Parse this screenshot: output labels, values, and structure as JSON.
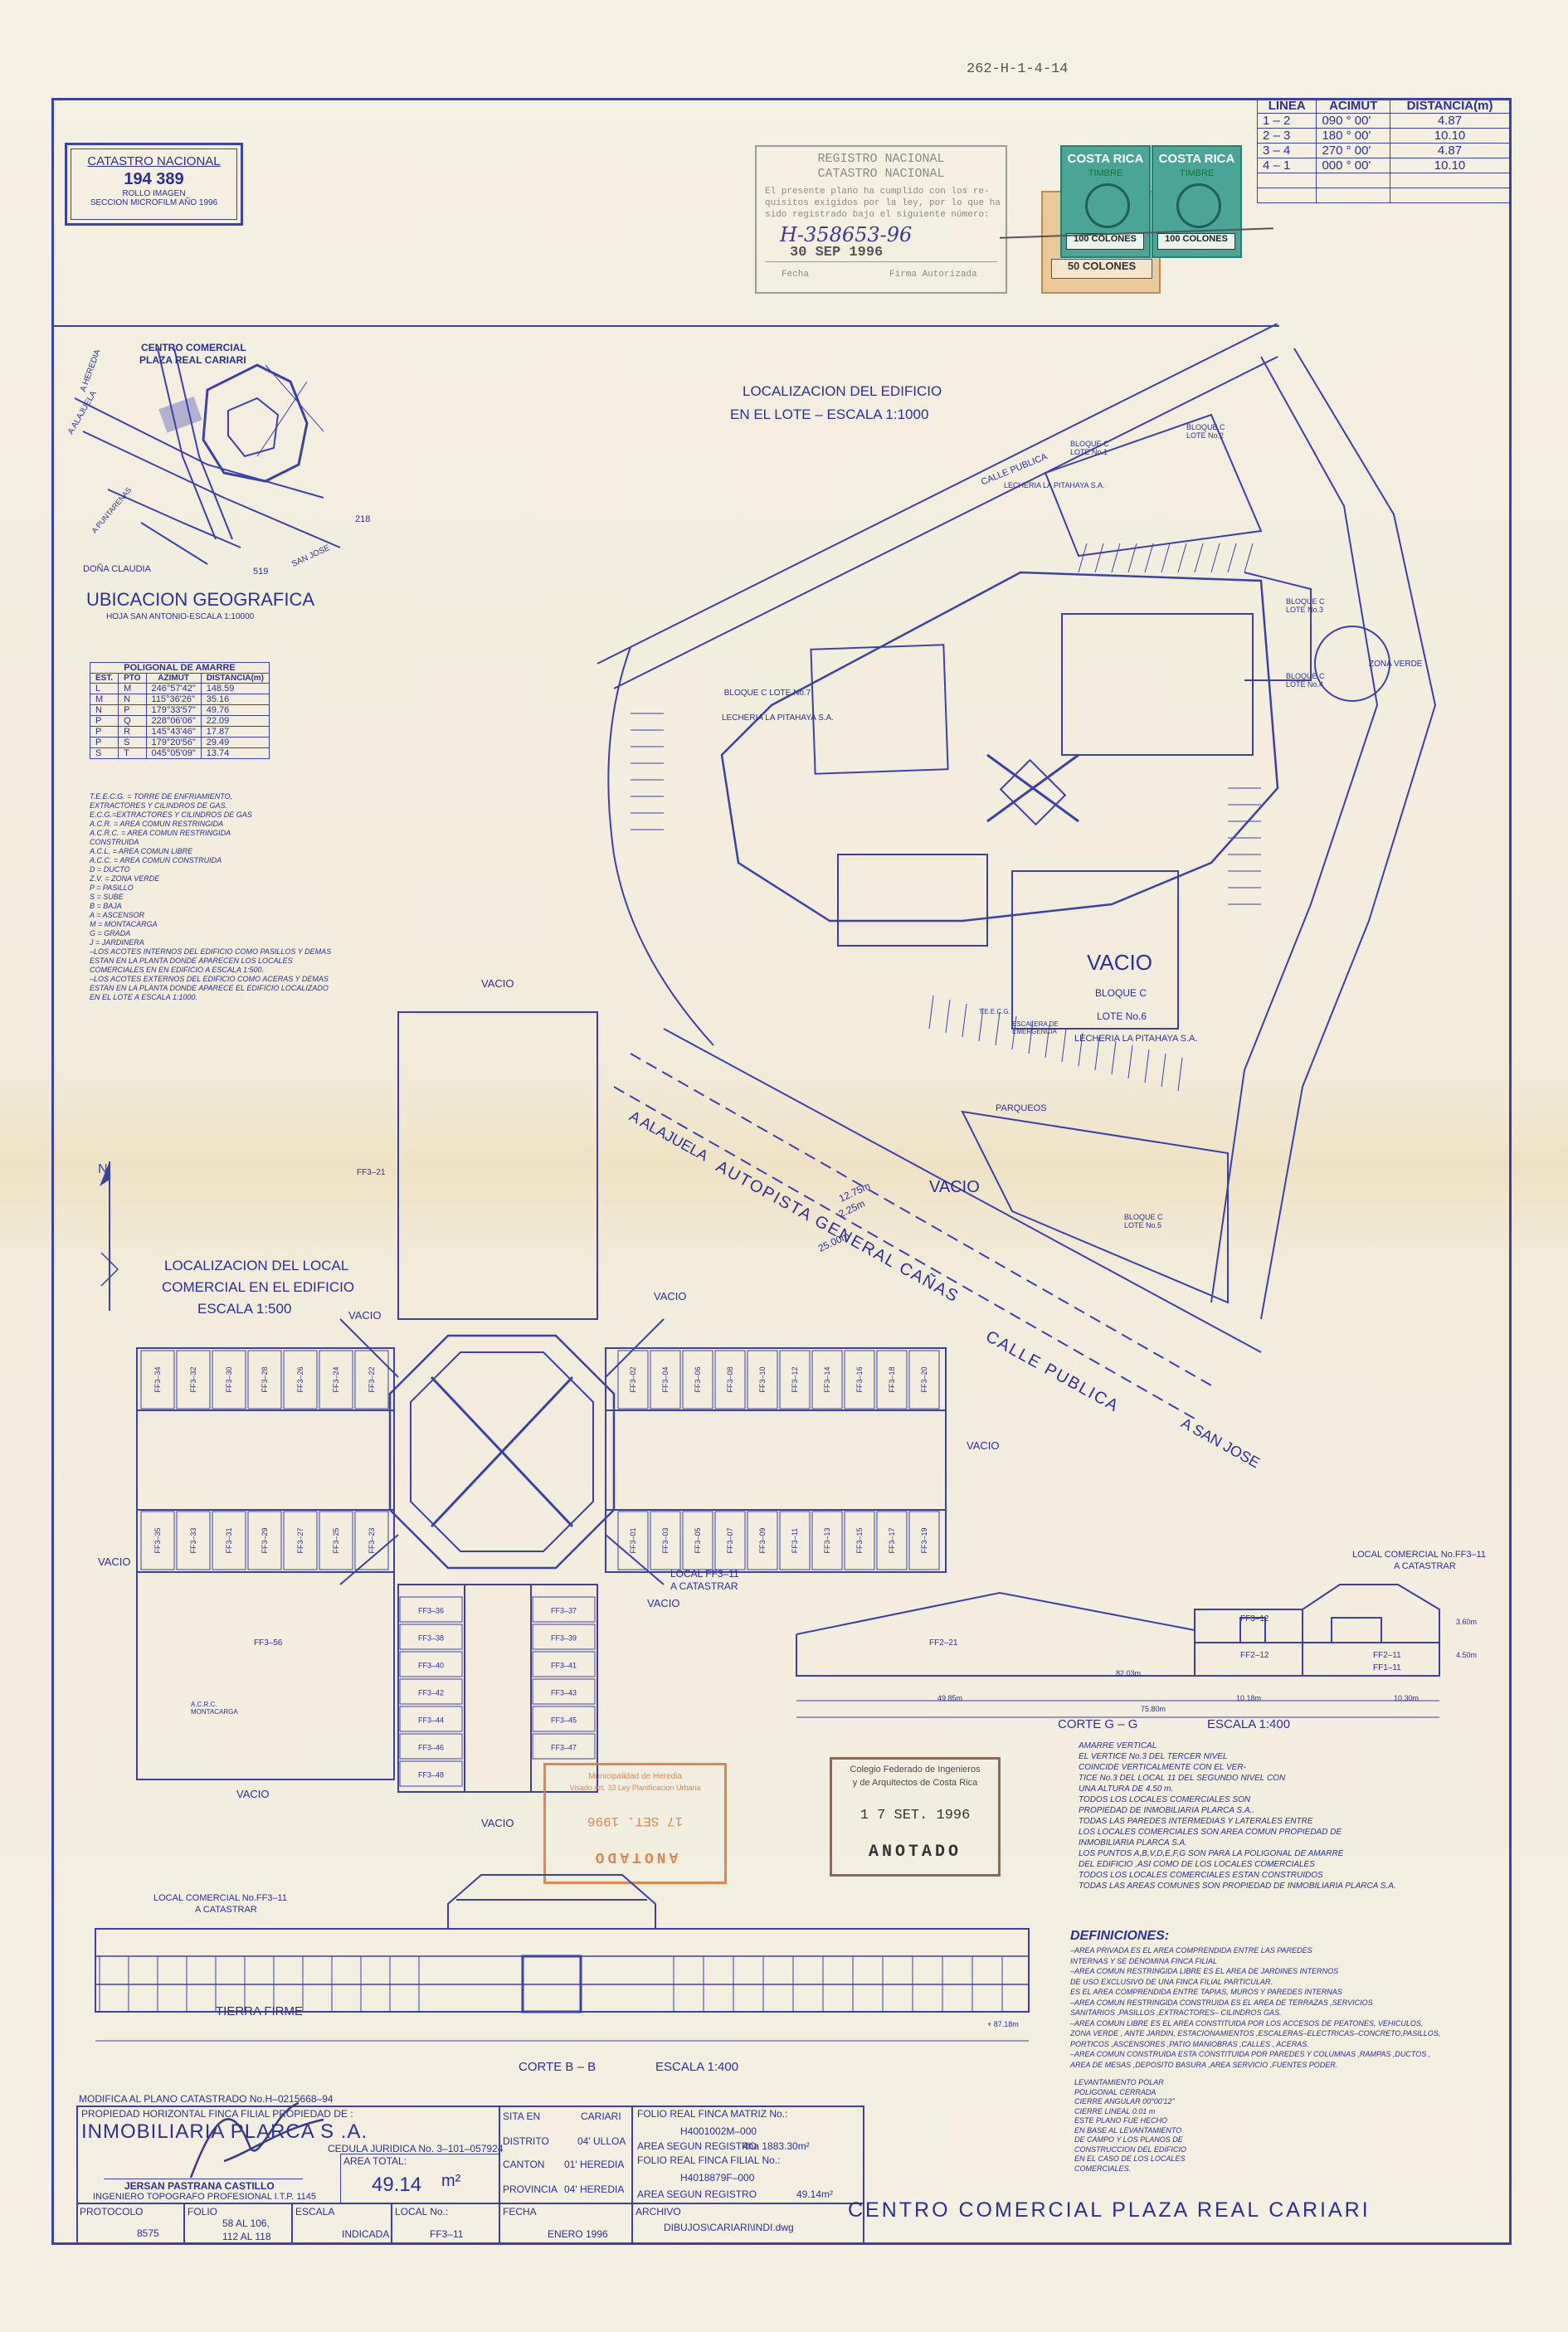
{
  "doc_ref": "262-H-1-4-14",
  "catastro_stamp": {
    "title": "CATASTRO NACIONAL",
    "number": "194 389",
    "line1": "ROLLO IMAGEN",
    "line2": "SECCION MICROFILM AÑO 1996"
  },
  "registro_stamp": {
    "title1": "REGISTRO NACIONAL",
    "title2": "CATASTRO NACIONAL",
    "body1": "El presente plano ha cumplido con los re-",
    "body2": "quisitos exigidos por la ley, por lo que ha",
    "body3": "sido registrado bajo el siguiente número:",
    "reg_number": "H-358653-96",
    "date": "30 SEP 1996",
    "fecha_label": "Fecha",
    "firma_label": "Firma Autorizada"
  },
  "timbres": [
    {
      "country": "COSTA RICA",
      "word": "TIMBRE",
      "value": "100 COLONES"
    },
    {
      "country": "COSTA RICA",
      "word": "TIMBRE",
      "value": "100 COLONES"
    },
    {
      "country": "",
      "word": "",
      "value": "50 COLONES"
    }
  ],
  "lines_table": {
    "headers": [
      "LINEA",
      "ACIMUT",
      "DISTANCIA(m)"
    ],
    "rows": [
      [
        "1 – 2",
        "090 ° 00'",
        "4.87"
      ],
      [
        "2 – 3",
        "180 ° 00'",
        "10.10"
      ],
      [
        "3 – 4",
        "270 ° 00'",
        "4.87"
      ],
      [
        "4 – 1",
        "000 ° 00'",
        "10.10"
      ]
    ]
  },
  "location_map": {
    "title1": "CENTRO COMERCIAL",
    "title2": "PLAZA REAL CARIARI",
    "caption": "UBICACION GEOGRAFICA",
    "subcaption": "HOJA SAN ANTONIO-ESCALA 1:10000",
    "labels": [
      "A HEREDIA",
      "A ALAJUELA",
      "DOÑA CLAUDIA",
      "519",
      "218",
      "SAN JOSE",
      "A PUNTARENAS"
    ]
  },
  "poligonal": {
    "title": "POLIGONAL DE AMARRE",
    "headers": [
      "EST.",
      "PTO",
      "AZIMUT",
      "DISTANCIA(m)"
    ],
    "rows": [
      [
        "L",
        "M",
        "246°57'42\"",
        "148.59"
      ],
      [
        "M",
        "N",
        "115°36'26\"",
        "35.16"
      ],
      [
        "N",
        "P",
        "179°33'57\"",
        "49.76"
      ],
      [
        "P",
        "Q",
        "228°06'06\"",
        "22.09"
      ],
      [
        "P",
        "R",
        "145°43'46\"",
        "17.87"
      ],
      [
        "P",
        "S",
        "179°20'56\"",
        "29.49"
      ],
      [
        "S",
        "T",
        "045°05'09\"",
        "13.74"
      ]
    ]
  },
  "legend_notes": [
    "T.E.E.C.G. = TORRE DE ENFRIAMIENTO,",
    "EXTRACTORES Y CILINDROS DE GAS.",
    "E.C.G.=EXTRACTORES Y CILINDROS DE GAS",
    "A.C.R. = AREA COMUN RESTRINGIDA",
    "A.C.R.C. = AREA COMUN RESTRINGIDA",
    "CONSTRUIDA",
    "A.C.L. = AREA COMUN LIBRE",
    "A.C.C. = AREA COMUN CONSTRUIDA",
    "D = DUCTO",
    "Z.V. = ZONA VERDE",
    "P = PASILLO",
    "S = SUBE",
    "B = BAJA",
    "A = ASCENSOR",
    "M = MONTACARGA",
    "G = GRADA",
    "J = JARDINERA",
    "–LOS ACOTES INTERNOS DEL EDIFICIO COMO PASILLOS Y DEMAS",
    "ESTAN EN LA PLANTA DONDE APARECEN LOS LOCALES",
    "COMERCIALES EN EN EDIFICIO A ESCALA 1:500.",
    "–LOS ACOTES EXTERNOS DEL EDIFICIO COMO ACERAS Y DEMAS",
    "ESTAN EN LA PLANTA DONDE APARECE EL EDIFICIO LOCALIZADO",
    "EN EL LOTE A ESCALA 1:1000."
  ],
  "site_plan": {
    "title1": "LOCALIZACION DEL EDIFICIO",
    "title2": "EN EL LOTE – ESCALA 1:1000",
    "labels": {
      "calle_publica_top": "CALLE PUBLICA",
      "bloque_lote1": "BLOQUE C LOTE No.1",
      "bloque_lote2": "BLOQUE C LOTE No.2",
      "bloque_lote3": "BLOQUE C LOTE No.3",
      "bloque_lote4": "BLOQUE C LOTE No.4",
      "bloque_lote7": "BLOQUE C LOTE No.7",
      "lecheria": "LECHERIA LA PITAHAYA S.A.",
      "vacio": "VACIO",
      "bloque_c": "BLOQUE C",
      "lote6": "LOTE No.6",
      "lecheria6": "LECHERIA LA PITAHAYA S.A.",
      "zona_verde": "ZONA VERDE",
      "parqueos": "PARQUEOS",
      "vacio2": "VACIO",
      "bloque_lote5": "BLOQUE C LOTE No.5",
      "autopista": "AUTOPISTA GENERAL CAÑAS",
      "a_alajuela": "A ALAJUELA",
      "calle_publica_bottom": "CALLE PUBLICA",
      "a_san_jose": "A SAN JOSE",
      "dim1": "12.75m",
      "dim2": "2.25m",
      "dim3": "25.00m",
      "escalera": "ESCALERA DE EMERGENCIA",
      "teecg": "T.E.E.C.G."
    }
  },
  "floor_plan": {
    "title1": "LOCALIZACION DEL LOCAL",
    "title2": "COMERCIAL EN EL EDIFICIO",
    "title3": "ESCALA  1:500",
    "vacio": "VACIO",
    "local_label1": "LOCAL FF3–11",
    "local_label2": "A CATASTRAR",
    "units_top_left": [
      "FF3–34",
      "FF3–32",
      "FF3–30",
      "FF3–28",
      "FF3–26",
      "FF3–24",
      "FF3–22"
    ],
    "units_bottom_left": [
      "FF3–35",
      "FF3–33",
      "FF3–31",
      "FF3–29",
      "FF3–27",
      "FF3–25",
      "FF3–23"
    ],
    "units_top_right": [
      "FF3–02",
      "FF3–04",
      "FF3–06",
      "FF3–08",
      "FF3–10",
      "FF3–12",
      "FF3–14",
      "FF3–16",
      "FF3–18",
      "FF3–20"
    ],
    "units_bottom_right": [
      "FF3–01",
      "FF3–03",
      "FF3–05",
      "FF3–07",
      "FF3–09",
      "FF3–11",
      "FF3–13",
      "FF3–15",
      "FF3–17",
      "FF3–19"
    ],
    "units_south_left": [
      "FF3–36",
      "FF3–38",
      "FF3–40",
      "FF3–42",
      "FF3–44",
      "FF3–46",
      "FF3–48"
    ],
    "units_south_right": [
      "FF3–37",
      "FF3–39",
      "FF3–41",
      "FF3–43",
      "FF3–45",
      "FF3–47"
    ],
    "big_unit_north": "FF3–21",
    "big_unit_west": "FF3–56",
    "acrc": "A.C.R.C. MONTACARGA"
  },
  "section_gg": {
    "title": "CORTE  G – G",
    "scale": "ESCALA  1:400",
    "local_label1": "LOCAL COMERCIAL No.FF3–11",
    "local_label2": "A CATASTRAR",
    "units": [
      "FF2–21",
      "FF3–12",
      "FF2–12",
      "FF2–11",
      "FF1–11"
    ],
    "dims": [
      "82.03m",
      "49.85m",
      "75.80m",
      "10.18m",
      "10.30m",
      "3.60m",
      "4.50m"
    ]
  },
  "section_bb": {
    "title": "CORTE  B – B",
    "scale": "ESCALA 1:400",
    "local_label1": "LOCAL COMERCIAL No.FF3–11",
    "local_label2": "A CATASTRAR",
    "ground": "TIERRA FIRME",
    "level": "+ 87.18m"
  },
  "colegio_stamp": {
    "line1": "Colegio Federado de Ingenieros",
    "line2": "y de Arquitectos de Costa Rica",
    "date": "1 7 SET. 1996",
    "word": "ANOTADO"
  },
  "red_stamp": {
    "line1": "Municipalidad de Heredia",
    "line2": "Visado Art. 33 Ley Planificacion Urbana",
    "date": "17 SET. 1996",
    "word": "ANOTADO"
  },
  "notes": [
    "AMARRE VERTICAL",
    "EL VERTICE No.3  DEL TERCER NIVEL",
    "COINCIDE VERTICALMENTE CON EL VER-",
    "TICE No.3  DEL LOCAL 11 DEL SEGUNDO NIVEL CON",
    "UNA ALTURA DE 4.50 m.",
    "TODOS LOS LOCALES COMERCIALES SON",
    "PROPIEDAD DE INMOBILIARIA PLARCA S.A..",
    "TODAS LAS PAREDES INTERMEDIAS Y LATERALES ENTRE",
    "LOS LOCALES COMERCIALES SON AREA COMUN PROPIEDAD DE",
    "INMOBILIARIA PLARCA S.A.",
    "LOS PUNTOS A,B,V,D,E,F,G SON PARA LA POLIGONAL DE AMARRE",
    "DEL EDIFICIO ,ASI COMO DE LOS LOCALES COMERCIALES",
    "TODOS LOS LOCALES COMERCIALES ESTAN CONSTRUIDOS",
    "TODAS LAS AREAS COMUNES SON PROPIEDAD DE INMOBILIARIA PLARCA S.A."
  ],
  "definiciones": {
    "title": "DEFINICIONES:",
    "lines": [
      "–AREA PRIVADA ES EL AREA COMPRENDIDA ENTRE LAS PAREDES",
      "INTERNAS Y SE DENOMINA FINCA FILIAL",
      "–AREA COMUN RESTRINGIDA LIBRE ES EL AREA DE JARDINES INTERNOS",
      "DE USO EXCLUSIVO DE UNA FINCA FILIAL PARTICULAR.",
      "ES EL AREA COMPRENDIDA ENTRE TAPIAS, MUROS Y PAREDES INTERNAS",
      "–AREA COMUN RESTRINGIDA CONSTRUIDA ES EL AREA DE TERRAZAS ,SERVICIOS",
      "SANITARIOS ,PASILLOS ,EXTRACTORES– CILINDROS GAS.",
      "–AREA COMUN LIBRE ES EL AREA CONSTITUIDA POR LOS ACCESOS DE PEATONES, VEHICULOS,",
      "ZONA VERDE , ANTE JARDIN, ESTACIONAMIENTOS ,ESCALERAS–ELECTRICAS–CONCRETO,PASILLOS,",
      "PORTICOS ,ASCENSORES ,PATIO MANIOBRAS ,CALLES , ACERAS.",
      "–AREA COMUN CONSTRUIDA ESTA CONSTITUIDA POR PAREDES Y COLUMNAS ,RAMPAS ,DUCTOS ,",
      "AREA DE MESAS ,DEPOSITO BASURA ,AREA SERVICIO ,FUENTES PODER."
    ]
  },
  "levantamiento": [
    "LEVANTAMIENTO POLAR",
    "POLIGONAL  CERRADA",
    "CIERRE ANGULAR  00°00'12\"",
    "CIERRE  LINEAL   0.01 m",
    "ESTE PLANO FUE HECHO",
    "EN BASE AL LEVANTAMIENTO",
    "DE CAMPO Y LOS PLANOS DE",
    "CONSTRUCCION DEL EDIFICIO",
    "EN EL CASO DE LOS LOCALES",
    "COMERCIALES."
  ],
  "title_block": {
    "modifica": "MODIFICA AL PLANO CATASTRADO No.H–0215668–94",
    "propiedad_label": "PROPIEDAD HORIZONTAL FINCA FILIAL PROPIEDAD DE :",
    "owner": "INMOBILIARIA PLARCA S .A.",
    "cedula": "CEDULA JURIDICA No. 3–101–057924",
    "area_label": "AREA TOTAL:",
    "area_value": "49.14",
    "area_unit": "m²",
    "engineer": "JERSAN PASTRANA CASTILLO",
    "engineer_title": "INGENIERO TOPOGRAFO PROFESIONAL I.T.P. 1145",
    "sita_en_label": "SITA EN",
    "sita_en": "CARIARI",
    "distrito_label": "DISTRITO",
    "distrito": "04' ULLOA",
    "canton_label": "CANTON",
    "canton": "01' HEREDIA",
    "provincia_label": "PROVINCIA",
    "provincia": "04' HEREDIA",
    "folio_matriz_label": "FOLIO REAL FINCA MATRIZ No.:",
    "folio_matriz": "H4001002M–000",
    "area_registro_label": "AREA SEGUN REGISTRO",
    "area_registro": "4ha 1883.30m²",
    "folio_filial_label": "FOLIO REAL FINCA FILIAL No.:",
    "folio_filial": "H4018879F–000",
    "area_registro2_label": "AREA SEGUN REGISTRO",
    "area_registro2": "49.14m²",
    "protocolo_label": "PROTOCOLO",
    "protocolo": "8575",
    "folio_label": "FOLIO",
    "folio": "58 AL 106,\n112 AL 118",
    "escala_label": "ESCALA",
    "escala": "INDICADA",
    "local_label": "LOCAL No.:",
    "local": "FF3–11",
    "fecha_label": "FECHA",
    "fecha": "ENERO 1996",
    "archivo_label": "ARCHIVO",
    "archivo": "DIBUJOS\\CARIARI\\INDI.dwg",
    "project_name": "CENTRO  COMERCIAL  PLAZA  REAL  CARIARI"
  },
  "colors": {
    "ink": "#2b2f9a",
    "paper": "#f3efe0",
    "stamp_red": "#d8783a",
    "stamp_green": "#3f9a8a"
  }
}
